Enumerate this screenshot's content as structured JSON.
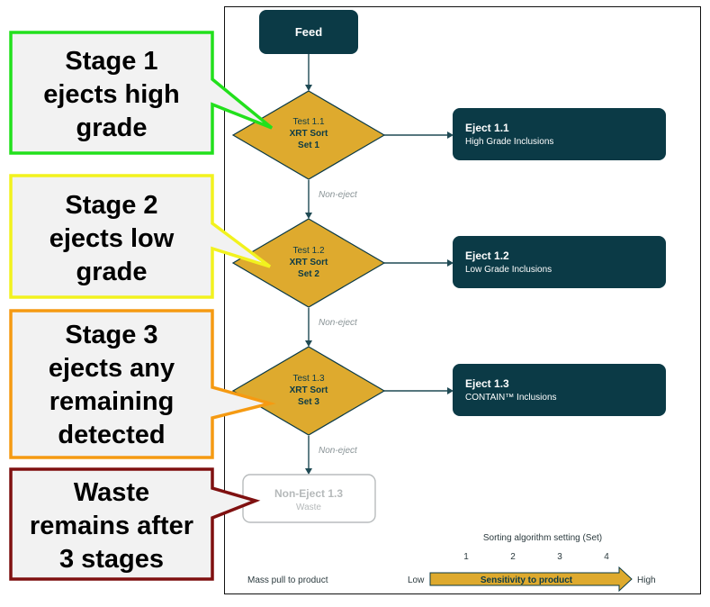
{
  "feed": {
    "label": "Feed"
  },
  "stages": [
    {
      "test": "Test 1.1",
      "sort": "XRT Sort",
      "set": "Set 1",
      "eject_title": "Eject 1.1",
      "eject_sub": "High Grade Inclusions"
    },
    {
      "test": "Test 1.2",
      "sort": "XRT Sort",
      "set": "Set 2",
      "eject_title": "Eject 1.2",
      "eject_sub": "Low Grade Inclusions"
    },
    {
      "test": "Test 1.3",
      "sort": "XRT Sort",
      "set": "Set 3",
      "eject_title": "Eject 1.3",
      "eject_sub": "CONTAIN™ Inclusions"
    }
  ],
  "non_eject_label": "Non-eject",
  "waste": {
    "title": "Non-Eject 1.3",
    "sub": "Waste"
  },
  "callouts": [
    {
      "lines": [
        "Stage 1",
        "ejects high",
        "grade"
      ],
      "color": "#22e01c"
    },
    {
      "lines": [
        "Stage 2",
        "ejects low",
        "grade"
      ],
      "color": "#f2f21e"
    },
    {
      "lines": [
        "Stage 3",
        "ejects any",
        "remaining",
        "detected"
      ],
      "color": "#f59a12"
    },
    {
      "lines": [
        "Waste",
        "remains after",
        "3 stages"
      ],
      "color": "#7f1010"
    }
  ],
  "legend": {
    "title": "Sorting algorithm setting (Set)",
    "ticks": [
      "1",
      "2",
      "3",
      "4"
    ],
    "mass_pull": "Mass pull to product",
    "low": "Low",
    "high": "High",
    "arrow_label": "Sensitivity to product"
  },
  "colors": {
    "dark_node": "#0b3a46",
    "diamond": "#deaa2e",
    "callout_fill": "#f2f2f2"
  }
}
